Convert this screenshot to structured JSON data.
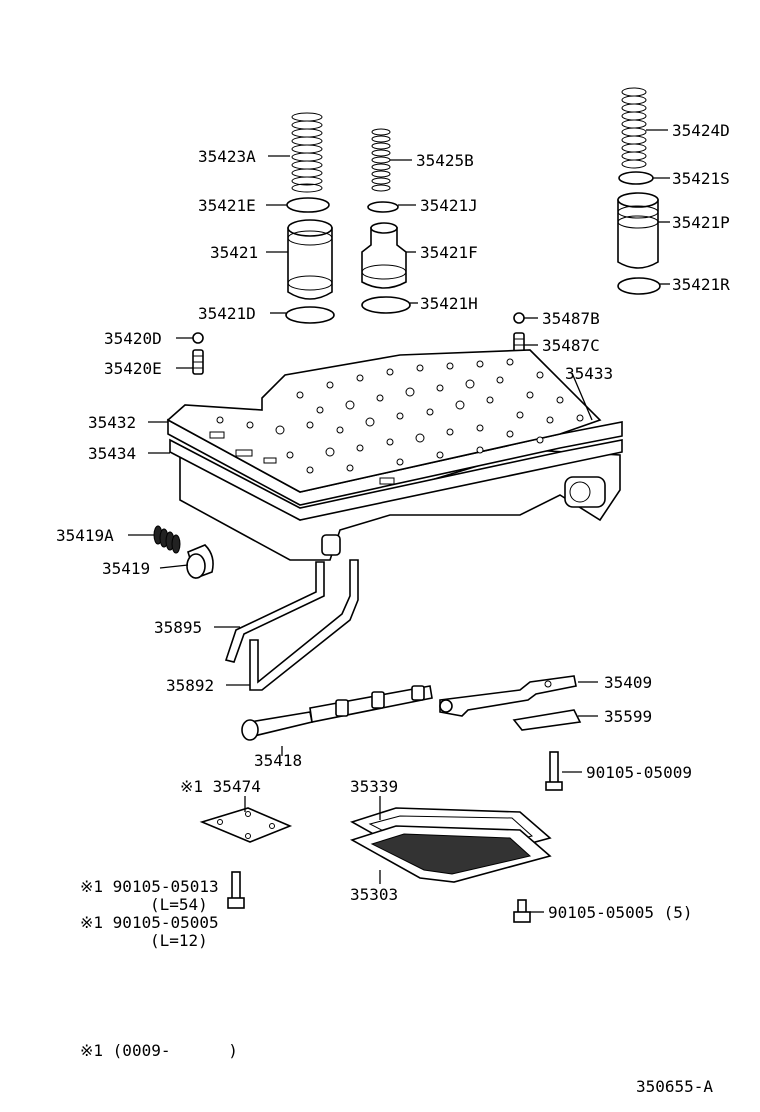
{
  "diagram": {
    "drawing_number": "350655-A",
    "footnote": "※1 (0009-      )"
  },
  "labels": [
    {
      "id": "35423A",
      "text": "35423A"
    },
    {
      "id": "35421E",
      "text": "35421E"
    },
    {
      "id": "35421",
      "text": "35421"
    },
    {
      "id": "35421D",
      "text": "35421D"
    },
    {
      "id": "35425B",
      "text": "35425B"
    },
    {
      "id": "35421J",
      "text": "35421J"
    },
    {
      "id": "35421F",
      "text": "35421F"
    },
    {
      "id": "35421H",
      "text": "35421H"
    },
    {
      "id": "35424D",
      "text": "35424D"
    },
    {
      "id": "35421S",
      "text": "35421S"
    },
    {
      "id": "35421P",
      "text": "35421P"
    },
    {
      "id": "35421R",
      "text": "35421R"
    },
    {
      "id": "35420D",
      "text": "35420D"
    },
    {
      "id": "35420E",
      "text": "35420E"
    },
    {
      "id": "35487B",
      "text": "35487B"
    },
    {
      "id": "35487C",
      "text": "35487C"
    },
    {
      "id": "35433",
      "text": "35433"
    },
    {
      "id": "35432",
      "text": "35432"
    },
    {
      "id": "35434",
      "text": "35434"
    },
    {
      "id": "35419A",
      "text": "35419A"
    },
    {
      "id": "35419",
      "text": "35419"
    },
    {
      "id": "35895",
      "text": "35895"
    },
    {
      "id": "35892",
      "text": "35892"
    },
    {
      "id": "35409",
      "text": "35409"
    },
    {
      "id": "35599",
      "text": "35599"
    },
    {
      "id": "35418",
      "text": "35418"
    },
    {
      "id": "90105-05009",
      "text": "90105-05009"
    },
    {
      "id": "35474",
      "text": "※1 35474"
    },
    {
      "id": "35339",
      "text": "35339"
    },
    {
      "id": "35303",
      "text": "35303"
    },
    {
      "id": "90105-05013",
      "text": "※1 90105-05013"
    },
    {
      "id": "L54",
      "text": "(L=54)"
    },
    {
      "id": "90105-05005a",
      "text": "※1 90105-05005"
    },
    {
      "id": "L12",
      "text": "(L=12)"
    },
    {
      "id": "90105-05005b",
      "text": "90105-05005 (5)"
    }
  ]
}
